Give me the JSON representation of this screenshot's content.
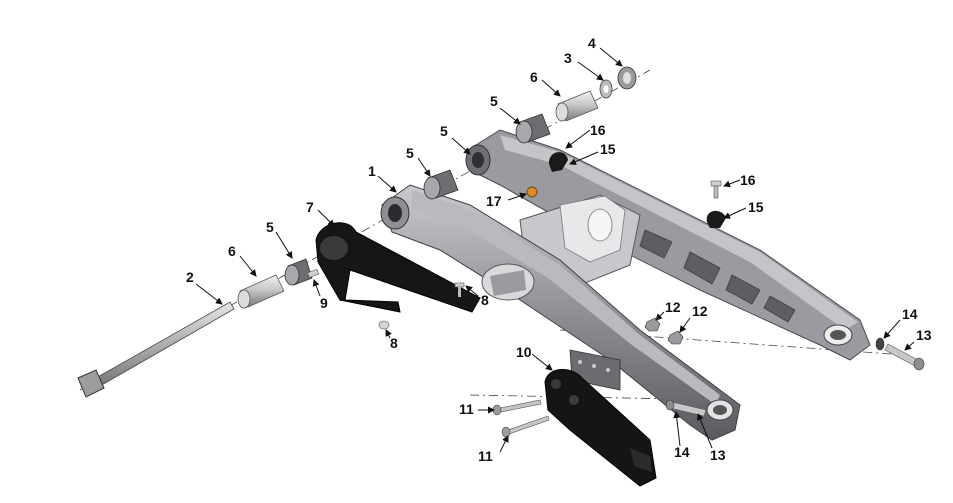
{
  "diagram": {
    "callouts": [
      "1",
      "2",
      "3",
      "4",
      "5",
      "5",
      "5",
      "5",
      "6",
      "6",
      "7",
      "8",
      "8",
      "9",
      "10",
      "11",
      "11",
      "12",
      "12",
      "13",
      "13",
      "14",
      "14",
      "15",
      "15",
      "16",
      "16",
      "17"
    ],
    "colors": {
      "arm_light": "#b7b7bc",
      "arm_mid": "#8d8d93",
      "arm_dark": "#55555b",
      "bracket_black": "#141414",
      "brass": "#d98a2a"
    }
  }
}
